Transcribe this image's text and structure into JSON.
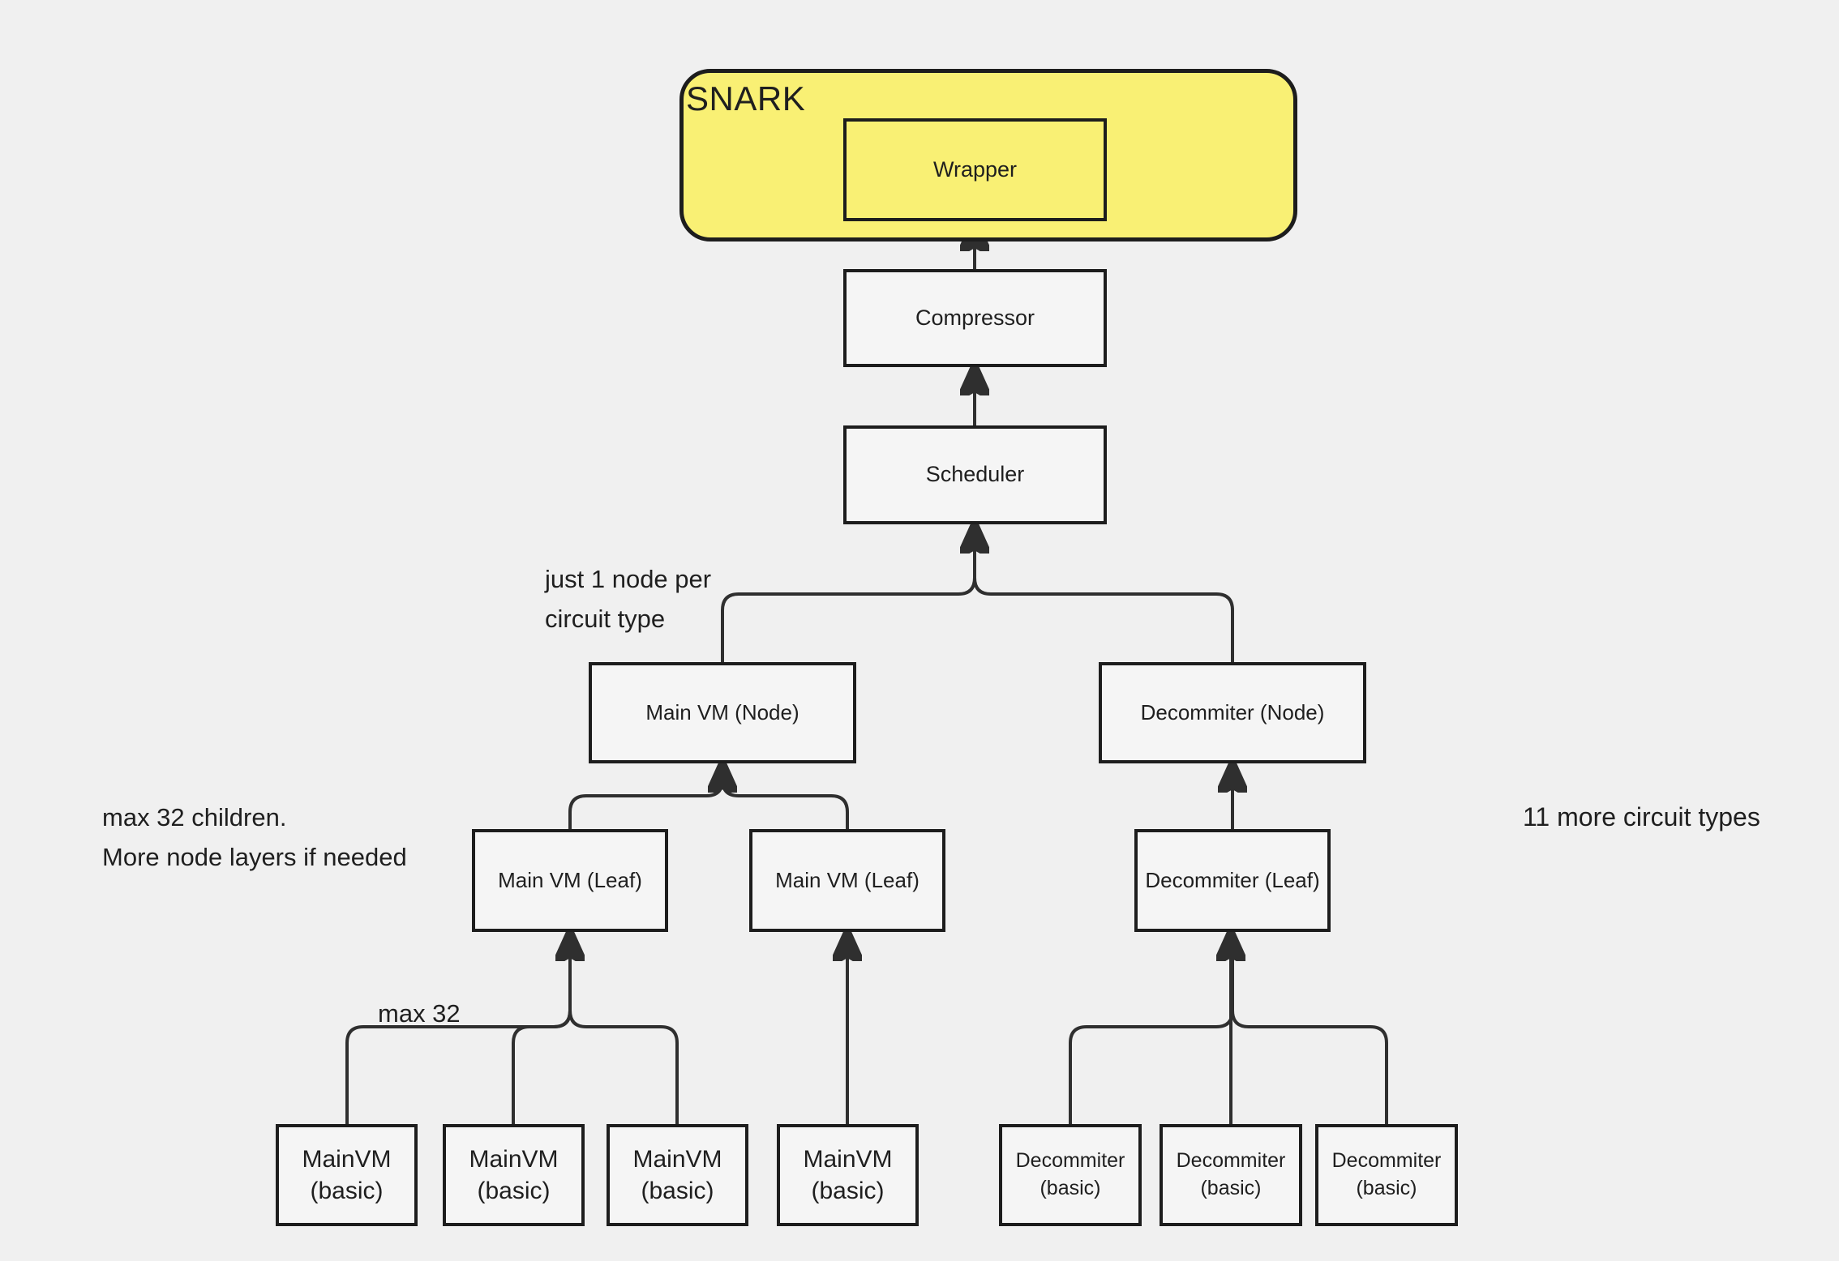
{
  "canvas": {
    "colors": {
      "background": "#F0F0F0",
      "box_fill": "#F5F5F5",
      "box_border": "#1D1D1D",
      "edge_line": "#2F2F2F",
      "snark_fill": "#F9F074"
    }
  },
  "snark": {
    "label": "SNARK"
  },
  "nodes": {
    "wrapper": {
      "label": "Wrapper"
    },
    "compressor": {
      "label": "Compressor"
    },
    "scheduler": {
      "label": "Scheduler"
    },
    "main_vm_node": {
      "label": "Main VM (Node)"
    },
    "decommiter_node": {
      "label": "Decommiter (Node)"
    },
    "main_vm_leaf_left": {
      "label": "Main VM (Leaf)"
    },
    "main_vm_leaf_right": {
      "label": "Main VM (Leaf)"
    },
    "decommiter_leaf": {
      "label": "Decommiter (Leaf)"
    },
    "main_vm_basic_1": {
      "label": "MainVM (basic)"
    },
    "main_vm_basic_2": {
      "label": "MainVM (basic)"
    },
    "main_vm_basic_3": {
      "label": "MainVM (basic)"
    },
    "main_vm_basic_4": {
      "label": "MainVM (basic)"
    },
    "decommiter_basic_1": {
      "label": "Decommiter (basic)"
    },
    "decommiter_basic_2": {
      "label": "Decommiter (basic)"
    },
    "decommiter_basic_3": {
      "label": "Decommiter (basic)"
    }
  },
  "annotations": {
    "just_one_node": {
      "lines": [
        "just 1 node per",
        "circuit type"
      ]
    },
    "max_children": {
      "lines": [
        "max 32 children.",
        "More node layers if needed"
      ]
    },
    "max_32": {
      "lines": [
        "max 32"
      ]
    },
    "more_circuits": {
      "lines": [
        "11 more circuit types"
      ]
    }
  }
}
